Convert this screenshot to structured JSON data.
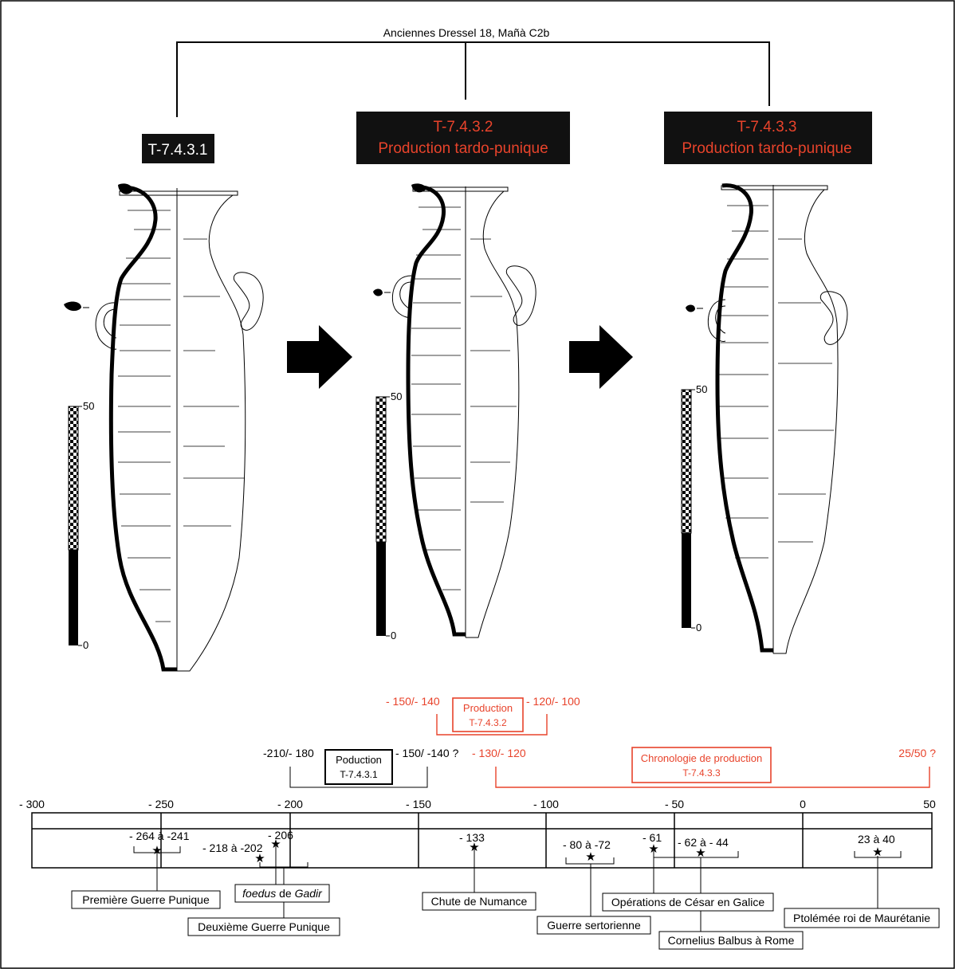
{
  "header": {
    "group_label": "Anciennes Dressel 18, Mañà C2b"
  },
  "types": [
    {
      "code": "T-7.4.3.1",
      "subtitle": ""
    },
    {
      "code": "T-7.4.3.2",
      "subtitle": "Production tardo-punique"
    },
    {
      "code": "T-7.4.3.3",
      "subtitle": "Production tardo-punique"
    }
  ],
  "scale": {
    "top_label": "50",
    "bottom_label": "0"
  },
  "productions": {
    "t1": {
      "start": "-210/- 180",
      "end": "- 150/ -140 ?",
      "label1": "Poduction",
      "label2": "T-7.4.3.1"
    },
    "t2": {
      "start": "- 150/- 140",
      "end": "- 120/- 100",
      "label1": "Production",
      "label2": "T-7.4.3.2"
    },
    "t3": {
      "start": "- 130/- 120",
      "end": "25/50 ?",
      "label1": "Chronologie de production",
      "label2": "T-7.4.3.3"
    }
  },
  "timeline": {
    "ticks": [
      "- 300",
      "- 250",
      "- 200",
      "- 150",
      "- 100",
      "- 50",
      "0",
      "50"
    ]
  },
  "events": [
    {
      "date": "- 264  à -241",
      "label": "Première Guerre Punique"
    },
    {
      "date": "- 218  à -202",
      "label": "Deuxième Guerre Punique"
    },
    {
      "date": "- 206",
      "label_em": "foedus",
      "label_mid": " de ",
      "label_em2": "Gadir"
    },
    {
      "date": "- 133",
      "label": "Chute de Numance"
    },
    {
      "date": "- 80  à -72",
      "label": "Guerre sertorienne"
    },
    {
      "date": "- 61",
      "label": "Opérations de César en Galice"
    },
    {
      "date": "- 62  à - 44",
      "label": "Cornelius Balbus à Rome"
    },
    {
      "date": "23 à 40",
      "label": "Ptolémée roi de Maurétanie"
    }
  ],
  "colors": {
    "accent_red": "#e8432b",
    "ink": "#000000",
    "label_bg": "#111111"
  }
}
